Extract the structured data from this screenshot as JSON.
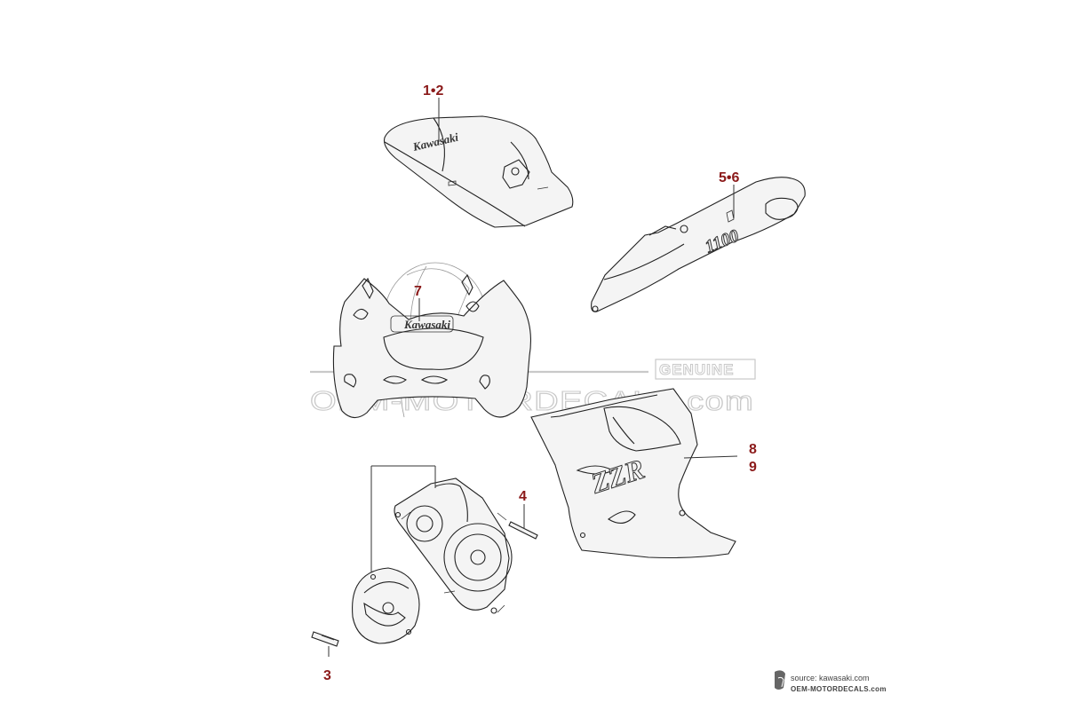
{
  "watermark": {
    "genuine": "GENUINE",
    "site": "OEM-MOTORDECALS.com"
  },
  "parts": [
    {
      "id": "tank",
      "callout": "1•2",
      "decal": "Kawasaki"
    },
    {
      "id": "tail",
      "callout": "5•6",
      "decal": "1100"
    },
    {
      "id": "fairing",
      "callout": "7",
      "decal": "Kawasaki"
    },
    {
      "id": "side-panel",
      "callout_a": "8",
      "callout_b": "9",
      "decal": "ZZR"
    },
    {
      "id": "strip",
      "callout": "4"
    },
    {
      "id": "engine-cover",
      "callout": "3"
    }
  ],
  "credit": {
    "source": "source: kawasaki.com",
    "site": "OEM-MOTORDECALS.com"
  },
  "colors": {
    "callout": "#8b1a1a",
    "line": "#222222",
    "watermark": "#c9c9c9"
  }
}
